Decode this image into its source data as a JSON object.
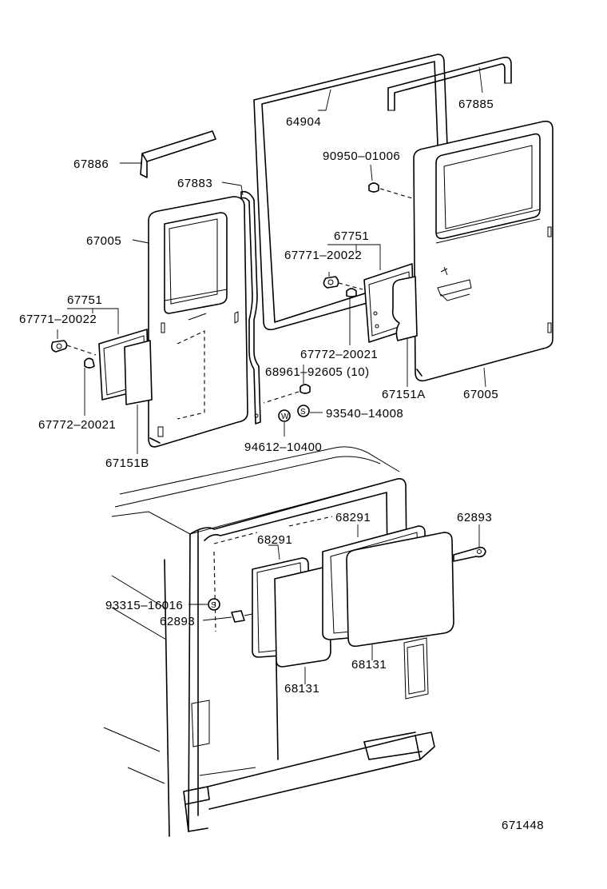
{
  "diagram_id": "671448",
  "parts": [
    {
      "key": "p64904",
      "text": "64904"
    },
    {
      "key": "p67885",
      "text": "67885"
    },
    {
      "key": "p90950",
      "text": "90950–01006"
    },
    {
      "key": "p67886",
      "text": "67886"
    },
    {
      "key": "p67883",
      "text": "67883"
    },
    {
      "key": "p67005_left",
      "text": "67005"
    },
    {
      "key": "p67751_right",
      "text": "67751"
    },
    {
      "key": "p67771_right",
      "text": "67771–20022"
    },
    {
      "key": "p67751_left",
      "text": "67751"
    },
    {
      "key": "p67771_left",
      "text": "67771–20022"
    },
    {
      "key": "p67772_right",
      "text": "67772–20021"
    },
    {
      "key": "p68961",
      "text": "68961–92605 (10)"
    },
    {
      "key": "p67151A",
      "text": "67151A"
    },
    {
      "key": "p67005_right",
      "text": "67005"
    },
    {
      "key": "p93540",
      "text": "93540–14008"
    },
    {
      "key": "p67772_left",
      "text": "67772–20021"
    },
    {
      "key": "p94612",
      "text": "94612–10400"
    },
    {
      "key": "p67151B",
      "text": "67151B"
    },
    {
      "key": "p68291_right",
      "text": "68291"
    },
    {
      "key": "p62893_right",
      "text": "62893"
    },
    {
      "key": "p68291_left",
      "text": "68291"
    },
    {
      "key": "p93315",
      "text": "93315–16016"
    },
    {
      "key": "p62893_left",
      "text": "62893"
    },
    {
      "key": "p68131_right",
      "text": "68131"
    },
    {
      "key": "p68131_left",
      "text": "68131"
    }
  ],
  "symbols": {
    "s_mark": "S",
    "w_mark": "W"
  }
}
